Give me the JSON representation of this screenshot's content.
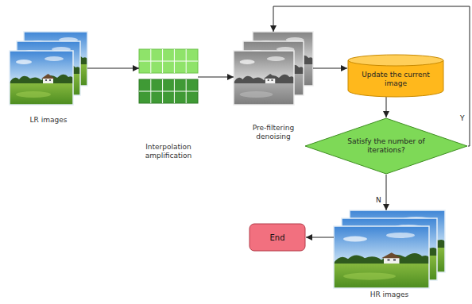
{
  "diagram": {
    "nodes": [
      {
        "text": [
          "LR images"
        ]
      },
      {
        "text": [
          "Interpolation amplification"
        ]
      },
      {
        "text": [
          "Pre-filtering denoising"
        ]
      },
      {
        "text": [
          "Update the current image"
        ]
      },
      {
        "text": [
          "Satisfy the number of iterations?"
        ]
      },
      {
        "text": [
          "HR images"
        ]
      },
      {
        "text": [
          "End"
        ]
      }
    ],
    "edges": [
      {
        "from": 0,
        "to": 1,
        "arrow": "to"
      },
      {
        "from": 1,
        "to": 2,
        "arrow": "to"
      },
      {
        "from": 2,
        "to": 3,
        "arrow": "to"
      },
      {
        "from": 3,
        "to": 4,
        "arrow": "to"
      },
      {
        "from": 4,
        "to": 5,
        "label": "N",
        "arrow": "to"
      },
      {
        "from": 5,
        "to": 6,
        "arrow": "to"
      },
      {
        "from": 4,
        "to": 2,
        "label": "Y",
        "arrow": "to"
      }
    ]
  }
}
